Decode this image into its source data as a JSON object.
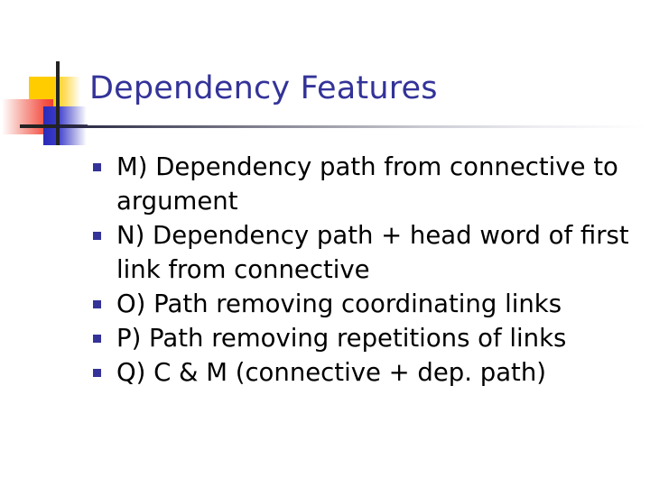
{
  "slide": {
    "title": "Dependency Features",
    "bullets": [
      {
        "label": "M) Dependency path from connective to argument",
        "marker": "square-bullet-icon"
      },
      {
        "label": "N) Dependency path + head word of first link from connective",
        "marker": "square-bullet-icon"
      },
      {
        "label": "O) Path removing coordinating links",
        "marker": "square-bullet-icon"
      },
      {
        "label": "P) Path removing repetitions of links",
        "marker": "square-bullet-icon"
      },
      {
        "label": "Q) C & M (connective + dep. path)",
        "marker": "square-bullet-icon"
      }
    ]
  },
  "theme": {
    "title_color": "#333399",
    "bullet_color": "#333399",
    "body_color": "#000000",
    "background": "#ffffff",
    "accent_yellow": "#FFCC00",
    "accent_red": "#F0402F",
    "accent_blue": "#2A2AB8",
    "rule_color": "#1c1c3c"
  }
}
